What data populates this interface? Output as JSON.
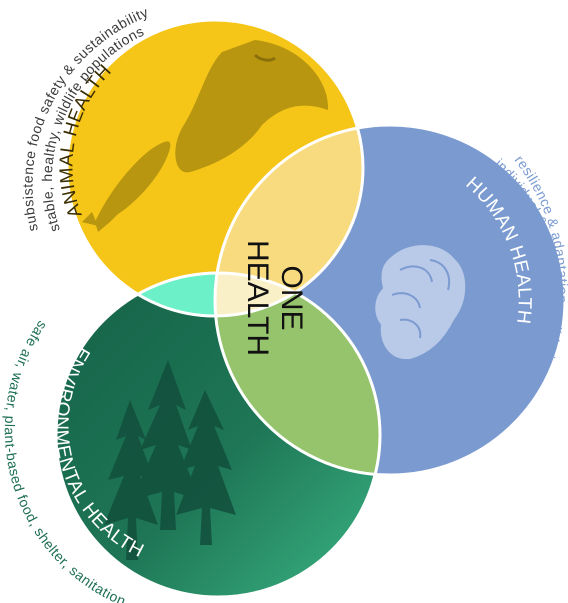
{
  "center": {
    "line1": "ONE",
    "line2": "HEALTH"
  },
  "animal": {
    "title": "ANIMAL HEALTH",
    "desc_line1": "subsistence food safety & sustainability",
    "desc_line2": "stable, healthy, wildlife populations",
    "color": "#F5C518",
    "icon": "salmon-and-bird-silhouette"
  },
  "human": {
    "title": "HUMAN HEALTH",
    "desc_line1": "resilience & adaptation",
    "desc_line2": "individual & community well being",
    "color": "#7B9BD0",
    "icon": "clasped-hands-icon"
  },
  "environmental": {
    "title": "ENVIRONMENTAL HEALTH",
    "desc": "safe air, water, plant-based food, shelter, sanitation",
    "color": "#1E6E55",
    "icon": "spruce-trees-silhouette"
  },
  "colors": {
    "overlap_animal_human": "#F8DB7E",
    "overlap_animal_env": "#6CF0C8",
    "overlap_human_env": "#95C46C",
    "overlap_all": "#FAF0C8",
    "desc_animal_text": "#3A3A3A",
    "desc_human_text": "#7B9BD0",
    "desc_env_text": "#1E6E55"
  }
}
